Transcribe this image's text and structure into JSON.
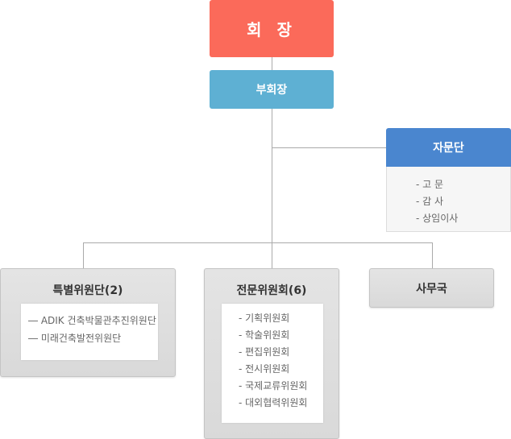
{
  "chairman": {
    "label": "회 장"
  },
  "vice_chairman": {
    "label": "부회장"
  },
  "advisory": {
    "label": "자문단",
    "items": [
      "- 고 문",
      "- 감 사",
      "- 상임이사"
    ]
  },
  "special_committee": {
    "label": "특별위원단(2)",
    "items": [
      "― ADIK 건축박물관추진위원단",
      "― 미래건축발전위원단"
    ]
  },
  "expert_committee": {
    "label": "전문위원회(6)",
    "items": [
      "- 기획위원회",
      "- 학술위원회",
      "- 편집위원회",
      "- 전시위원회",
      "- 국제교류위원회",
      "- 대외협력위원회"
    ]
  },
  "office": {
    "label": "사무국"
  },
  "colors": {
    "chairman": "#fb6a5a",
    "vice_chairman": "#5eb0d3",
    "advisory": "#4a86cf",
    "panel": "#dddddd",
    "connector": "#aaaaaa"
  }
}
